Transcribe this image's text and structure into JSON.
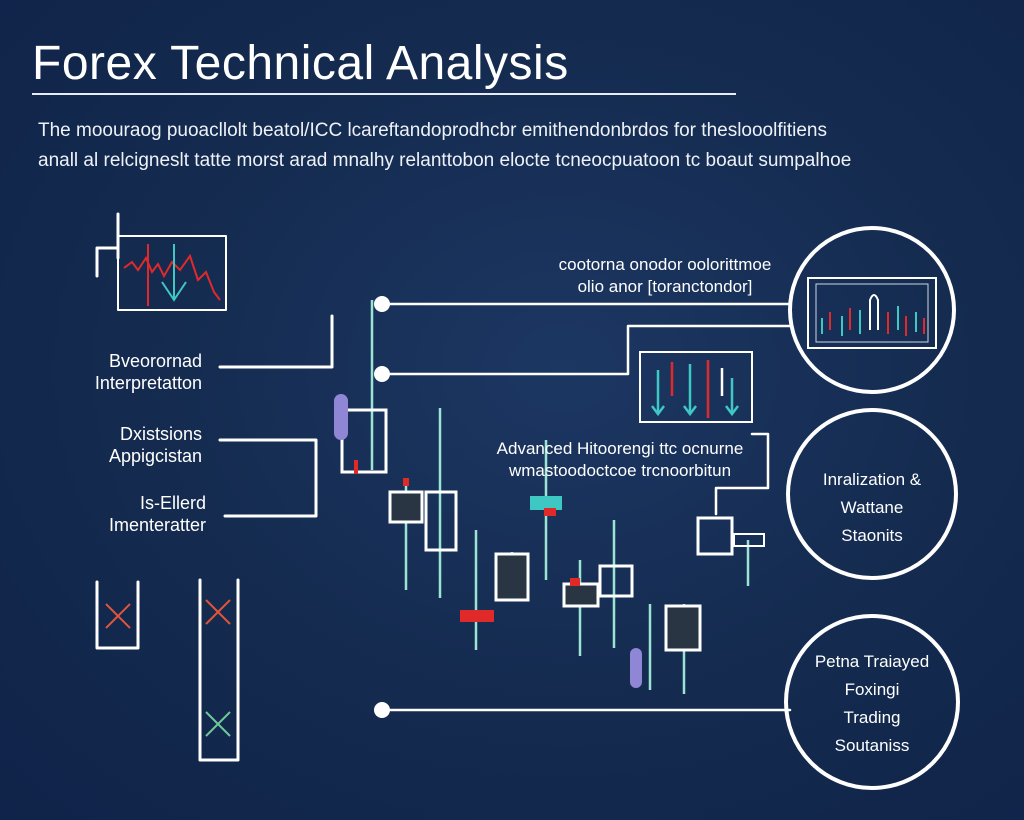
{
  "title": "Forex Technical Analysis",
  "intro": {
    "line1": "The moouraog puoacllolt beatol/ICC lcareftandoprodhcbr emithendonbrdos for theslooolfitiens",
    "line2": "anall al relcigneslt tatte morst  arad mnalhy relanttobon elocte tcneocpuatoon tc boaut sumpalhoe"
  },
  "left_labels": [
    {
      "line1": "Bveorornad",
      "line2": "Interpretatton"
    },
    {
      "line1": "Dxistsions",
      "line2": "Appigcistan"
    },
    {
      "line1": "Is-Ellerd",
      "line2": "Imenteratter"
    }
  ],
  "annotations": {
    "top": {
      "line1": "cootorna onodor oolorittmoe",
      "line2": "olio anor [toranctondor]"
    },
    "mid": {
      "line1": "Advanced Hitoorengi ttc ocnurne",
      "line2": "wmastoodoctcoe trcnoorbitun"
    }
  },
  "circles": [
    {
      "lines": [
        "Inralization &",
        "Wattane",
        "Staonits"
      ]
    },
    {
      "lines": [
        "Petna Traiayed",
        "Foxingi",
        "Trading",
        "Soutaniss"
      ]
    }
  ],
  "colors": {
    "background": "#142a4e",
    "line": "#ffffff",
    "candle_up": "#ffffff",
    "wick_teal": "#9be3d3",
    "red": "#e02a2a",
    "teal": "#3fc7c4",
    "purple": "#8f86d6"
  }
}
